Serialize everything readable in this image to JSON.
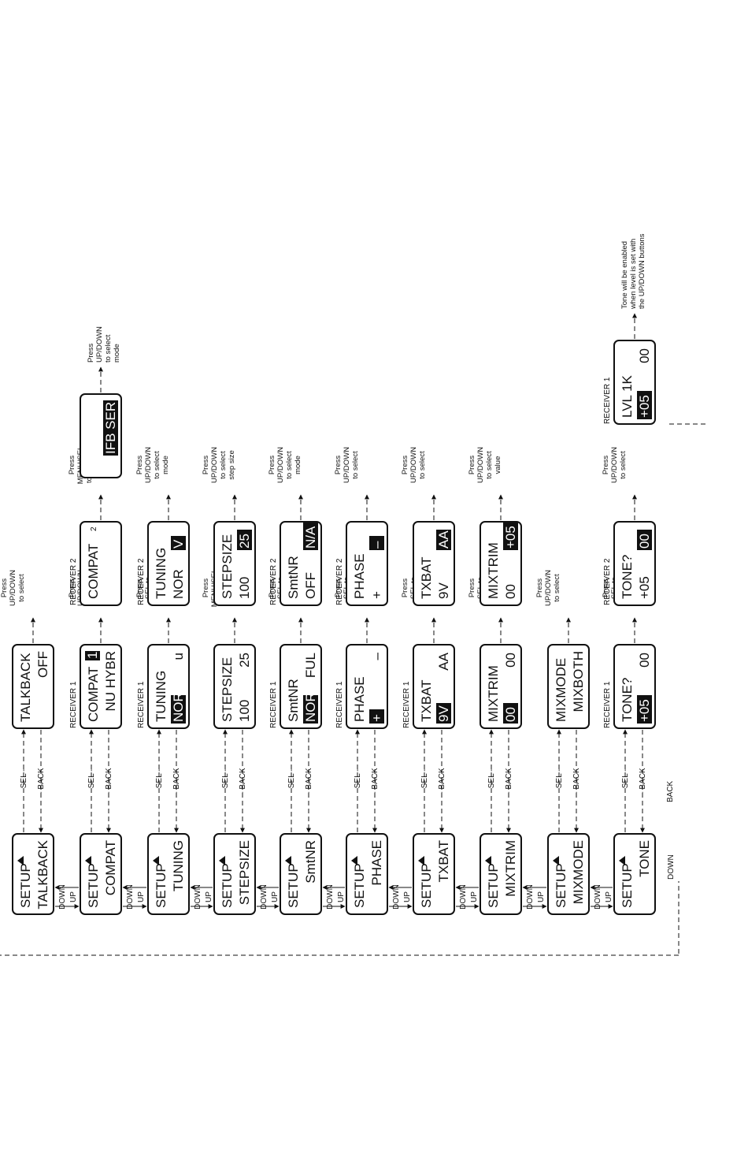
{
  "rows": [
    {
      "setup": [
        "SETUP",
        "TALKBACK"
      ],
      "r1": {
        "line1": "TALKBACK",
        "line2": "OFF"
      },
      "r1_note": [
        "Press",
        "UP/DOWN",
        "to select"
      ]
    },
    {
      "setup": [
        "SETUP",
        "COMPAT"
      ],
      "r1": {
        "label": "RECEIVER 1",
        "line1": "COMPAT",
        "badge": "1",
        "line2": "NU HYBR"
      },
      "r1_note": [
        "Press",
        "UP/DOWN",
        "to select",
        "receiver"
      ],
      "r2": {
        "label": "RECEIVER 2",
        "line1": "COMPAT",
        "badge": "2"
      },
      "r2_note": [
        "Press",
        "MENU/SEL",
        "to highlight",
        "mode"
      ],
      "r3": {
        "line2": "IFB SER"
      },
      "r3_note": [
        "Press",
        "UP/DOWN",
        "to select",
        "mode"
      ]
    },
    {
      "setup": [
        "SETUP",
        "TUNING"
      ],
      "r1": {
        "label": "RECEIVER 1",
        "line1": "TUNING",
        "line2a": "NOR",
        "line2b": "u"
      },
      "r1_note": [
        "Press",
        "SEL to",
        "select",
        "receiver"
      ],
      "r2": {
        "label": "RECEIVER 2",
        "line1": "TUNING",
        "line2a": "NOR",
        "line2b": "V"
      },
      "r2_note": [
        "Press",
        "UP/DOWN",
        "to select",
        "mode"
      ]
    },
    {
      "setup": [
        "SETUP",
        "STEPSIZE"
      ],
      "r1": {
        "line1": "STEPSIZE",
        "line2a": "100",
        "line2b": "25"
      },
      "r1_note": [
        "Press",
        "MENU/SEL",
        "to highlight",
        "receiver"
      ],
      "r2": {
        "line1": "STEPSIZE",
        "line2a": "100",
        "line2b": "25"
      },
      "r2_note": [
        "Press",
        "UP/DOWN",
        "to select",
        "step size"
      ]
    },
    {
      "setup": [
        "SETUP",
        "SmtNR"
      ],
      "r1": {
        "label": "RECEIVER 1",
        "line1": "SmtNR",
        "line2a": "NOR",
        "line2b": "FUL"
      },
      "r1_note": [
        "Press",
        "SEL to",
        "select",
        "receiver"
      ],
      "r2": {
        "label": "RECEIVER 2",
        "line1": "SmtNR",
        "line2a": "OFF",
        "line2b": "N/A"
      },
      "r2_note": [
        "Press",
        "UP/DOWN",
        "to select",
        "mode"
      ]
    },
    {
      "setup": [
        "SETUP",
        "PHASE"
      ],
      "r1": {
        "label": "RECEIVER 1",
        "line1": "PHASE",
        "line2a": "+",
        "line2b": "–"
      },
      "r1_note": [
        "Press",
        "SEL to",
        "select",
        "receiver"
      ],
      "r2": {
        "label": "RECEIVER 2",
        "line1": "PHASE",
        "line2a": "+",
        "line2b": "–"
      },
      "r2_note": [
        "Press",
        "UP/DOWN",
        "to select"
      ]
    },
    {
      "setup": [
        "SETUP",
        "TXBAT"
      ],
      "r1": {
        "label": "RECEIVER 1",
        "line1": "TXBAT",
        "line2a": "9V",
        "line2b": "AA"
      },
      "r1_note": [
        "Press",
        "SEL to",
        "select",
        "receiver"
      ],
      "r2": {
        "line1": "TXBAT",
        "line2a": "9V",
        "line2b": "AA"
      },
      "r2_note": [
        "Press",
        "UP/DOWN",
        "to select"
      ]
    },
    {
      "setup": [
        "SETUP",
        "MIXTRIM"
      ],
      "r1": {
        "line1": "MIXTRIM",
        "line2a": "00",
        "line2b": "00"
      },
      "r1_note": [
        "Press",
        "SEL to",
        "select",
        "receiver"
      ],
      "r2": {
        "line1": "MIXTRIM",
        "line2a": "00",
        "line2b": "+05"
      },
      "r2_note": [
        "Press",
        "UP/DOWN",
        "to select",
        "value"
      ]
    },
    {
      "setup": [
        "SETUP",
        "MIXMODE"
      ],
      "r1": {
        "line1": "MIXMODE",
        "line2": "MIXBOTH"
      },
      "r1_note": [
        "Press",
        "UP/DOWN",
        "to select"
      ]
    },
    {
      "setup": [
        "SETUP",
        "TONE"
      ],
      "r1": {
        "label": "RECEIVER 1",
        "line1": "TONE?",
        "line2a": "+05",
        "line2b": "00"
      },
      "r1_note": [
        "Press",
        "SEL to",
        "select",
        "receiver"
      ],
      "r2": {
        "label": "RECEIVER 2",
        "line1": "TONE?",
        "line2a": "+05",
        "line2b": "00"
      },
      "r2_note": [
        "Press",
        "UP/DOWN",
        "to select"
      ],
      "r3": {
        "label": "RECEIVER 1",
        "line1": "LVL 1K",
        "line2a": "+05",
        "line2b": "00"
      },
      "r3_note": [
        "Tone will be enabled",
        "when level is set with",
        "the UP/DOWN buttons"
      ]
    }
  ],
  "nav": {
    "sel": "SEL",
    "back": "BACK",
    "up": "UP",
    "down": "DOWN",
    "partial_top": "UP DOWN"
  }
}
